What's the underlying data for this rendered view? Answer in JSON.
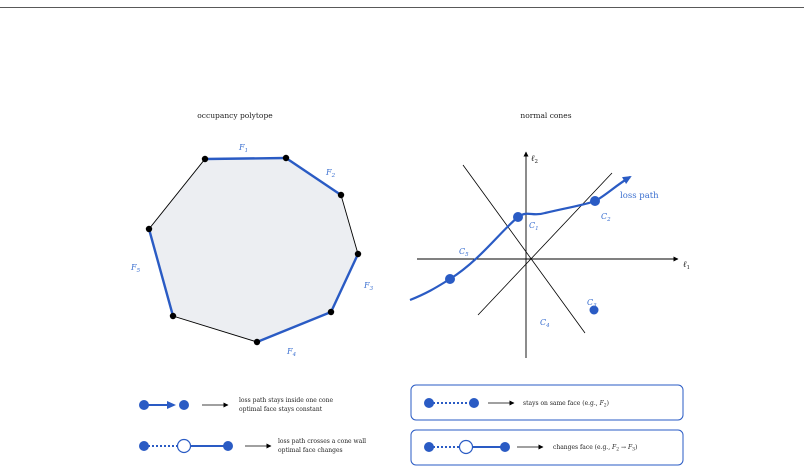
{
  "left_panel": {
    "title": "occupancy polytope",
    "face_labels": [
      "F1",
      "F2",
      "F3",
      "F4",
      "F5"
    ]
  },
  "right_panel": {
    "title": "normal cones",
    "axis_x_label": "ℓ1",
    "axis_y_label": "ℓ2",
    "cone_labels": [
      "C1",
      "C2",
      "C3",
      "C4",
      "C5"
    ],
    "path_label": "loss path"
  },
  "legend_left": [
    {
      "line1": "loss path stays inside one cone",
      "line2": "optimal face stays constant"
    },
    {
      "line1": "loss path crosses a cone wall",
      "line2": "optimal face changes"
    }
  ],
  "legend_right": [
    {
      "text_prefix": "stays on same face (e.g., ",
      "face": "F2",
      "text_suffix": ")"
    },
    {
      "text_prefix": "changes face (e.g., ",
      "face_from": "F2",
      "arrow": "→",
      "face_to": "F3",
      "text_suffix": ")"
    }
  ],
  "colors": {
    "accent_blue": "#2a5bc4",
    "label_blue": "#3a6fd0",
    "polytope_fill": "#eceef2",
    "vertex": "#000000"
  }
}
